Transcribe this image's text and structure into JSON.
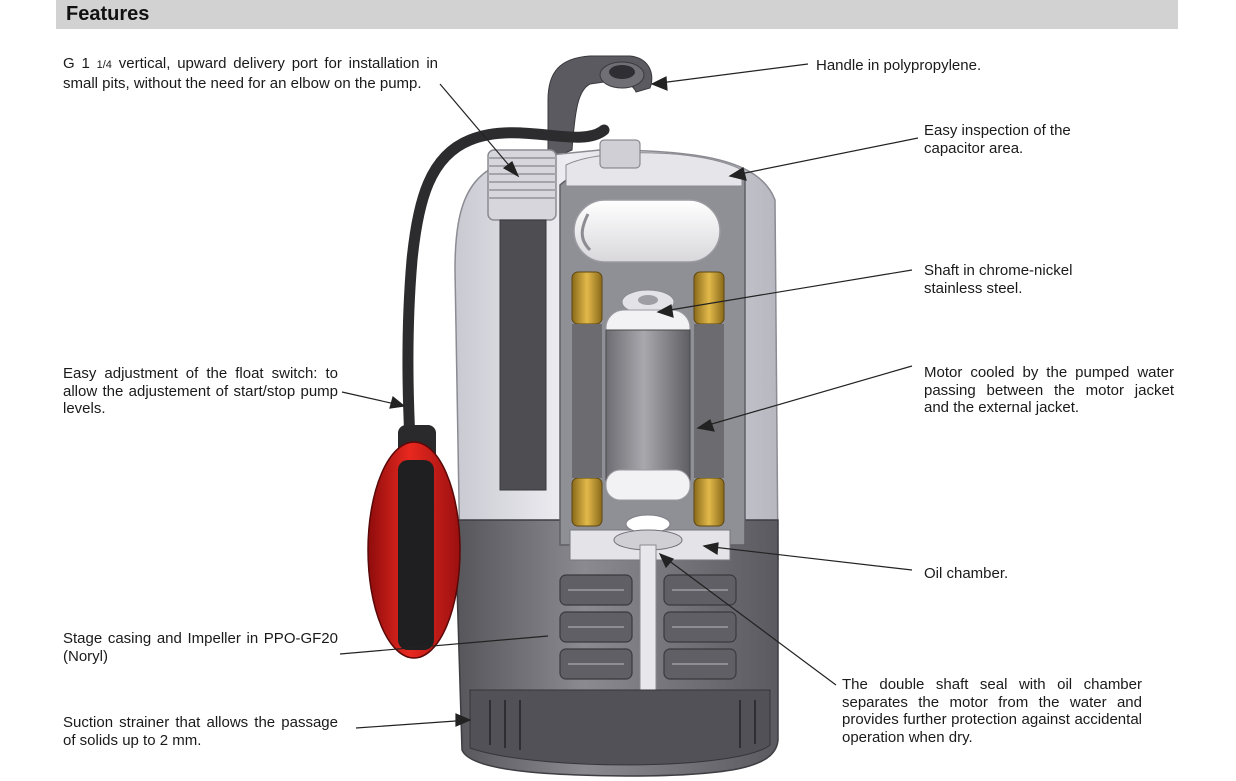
{
  "header": {
    "title": "Features"
  },
  "callouts": {
    "delivery_port_a": "G 1",
    "delivery_port_fraction": "1/4",
    "delivery_port_b": "vertical, upward delivery port for installation in small pits, without the need for an elbow on the pump.",
    "handle": "Handle in polypropylene.",
    "inspection": "Easy inspection of the capacitor area.",
    "shaft": "Shaft in chrome-nickel stainless steel.",
    "float_switch": "Easy adjustment of the float switch: to allow the adjustement of start/stop pump levels.",
    "motor_cooling": "Motor cooled by the pumped water passing between the motor jacket and the external jacket.",
    "oil_chamber": "Oil chamber.",
    "stage_casing": "Stage casing and Impeller in PPO-GF20 (Noryl)",
    "suction_strainer": "Suction strainer that allows the passage of solids up to 2 mm.",
    "shaft_seal": "The double shaft seal with oil chamber separates the motor from the water and provides further protection against accidental operation when dry."
  }
}
